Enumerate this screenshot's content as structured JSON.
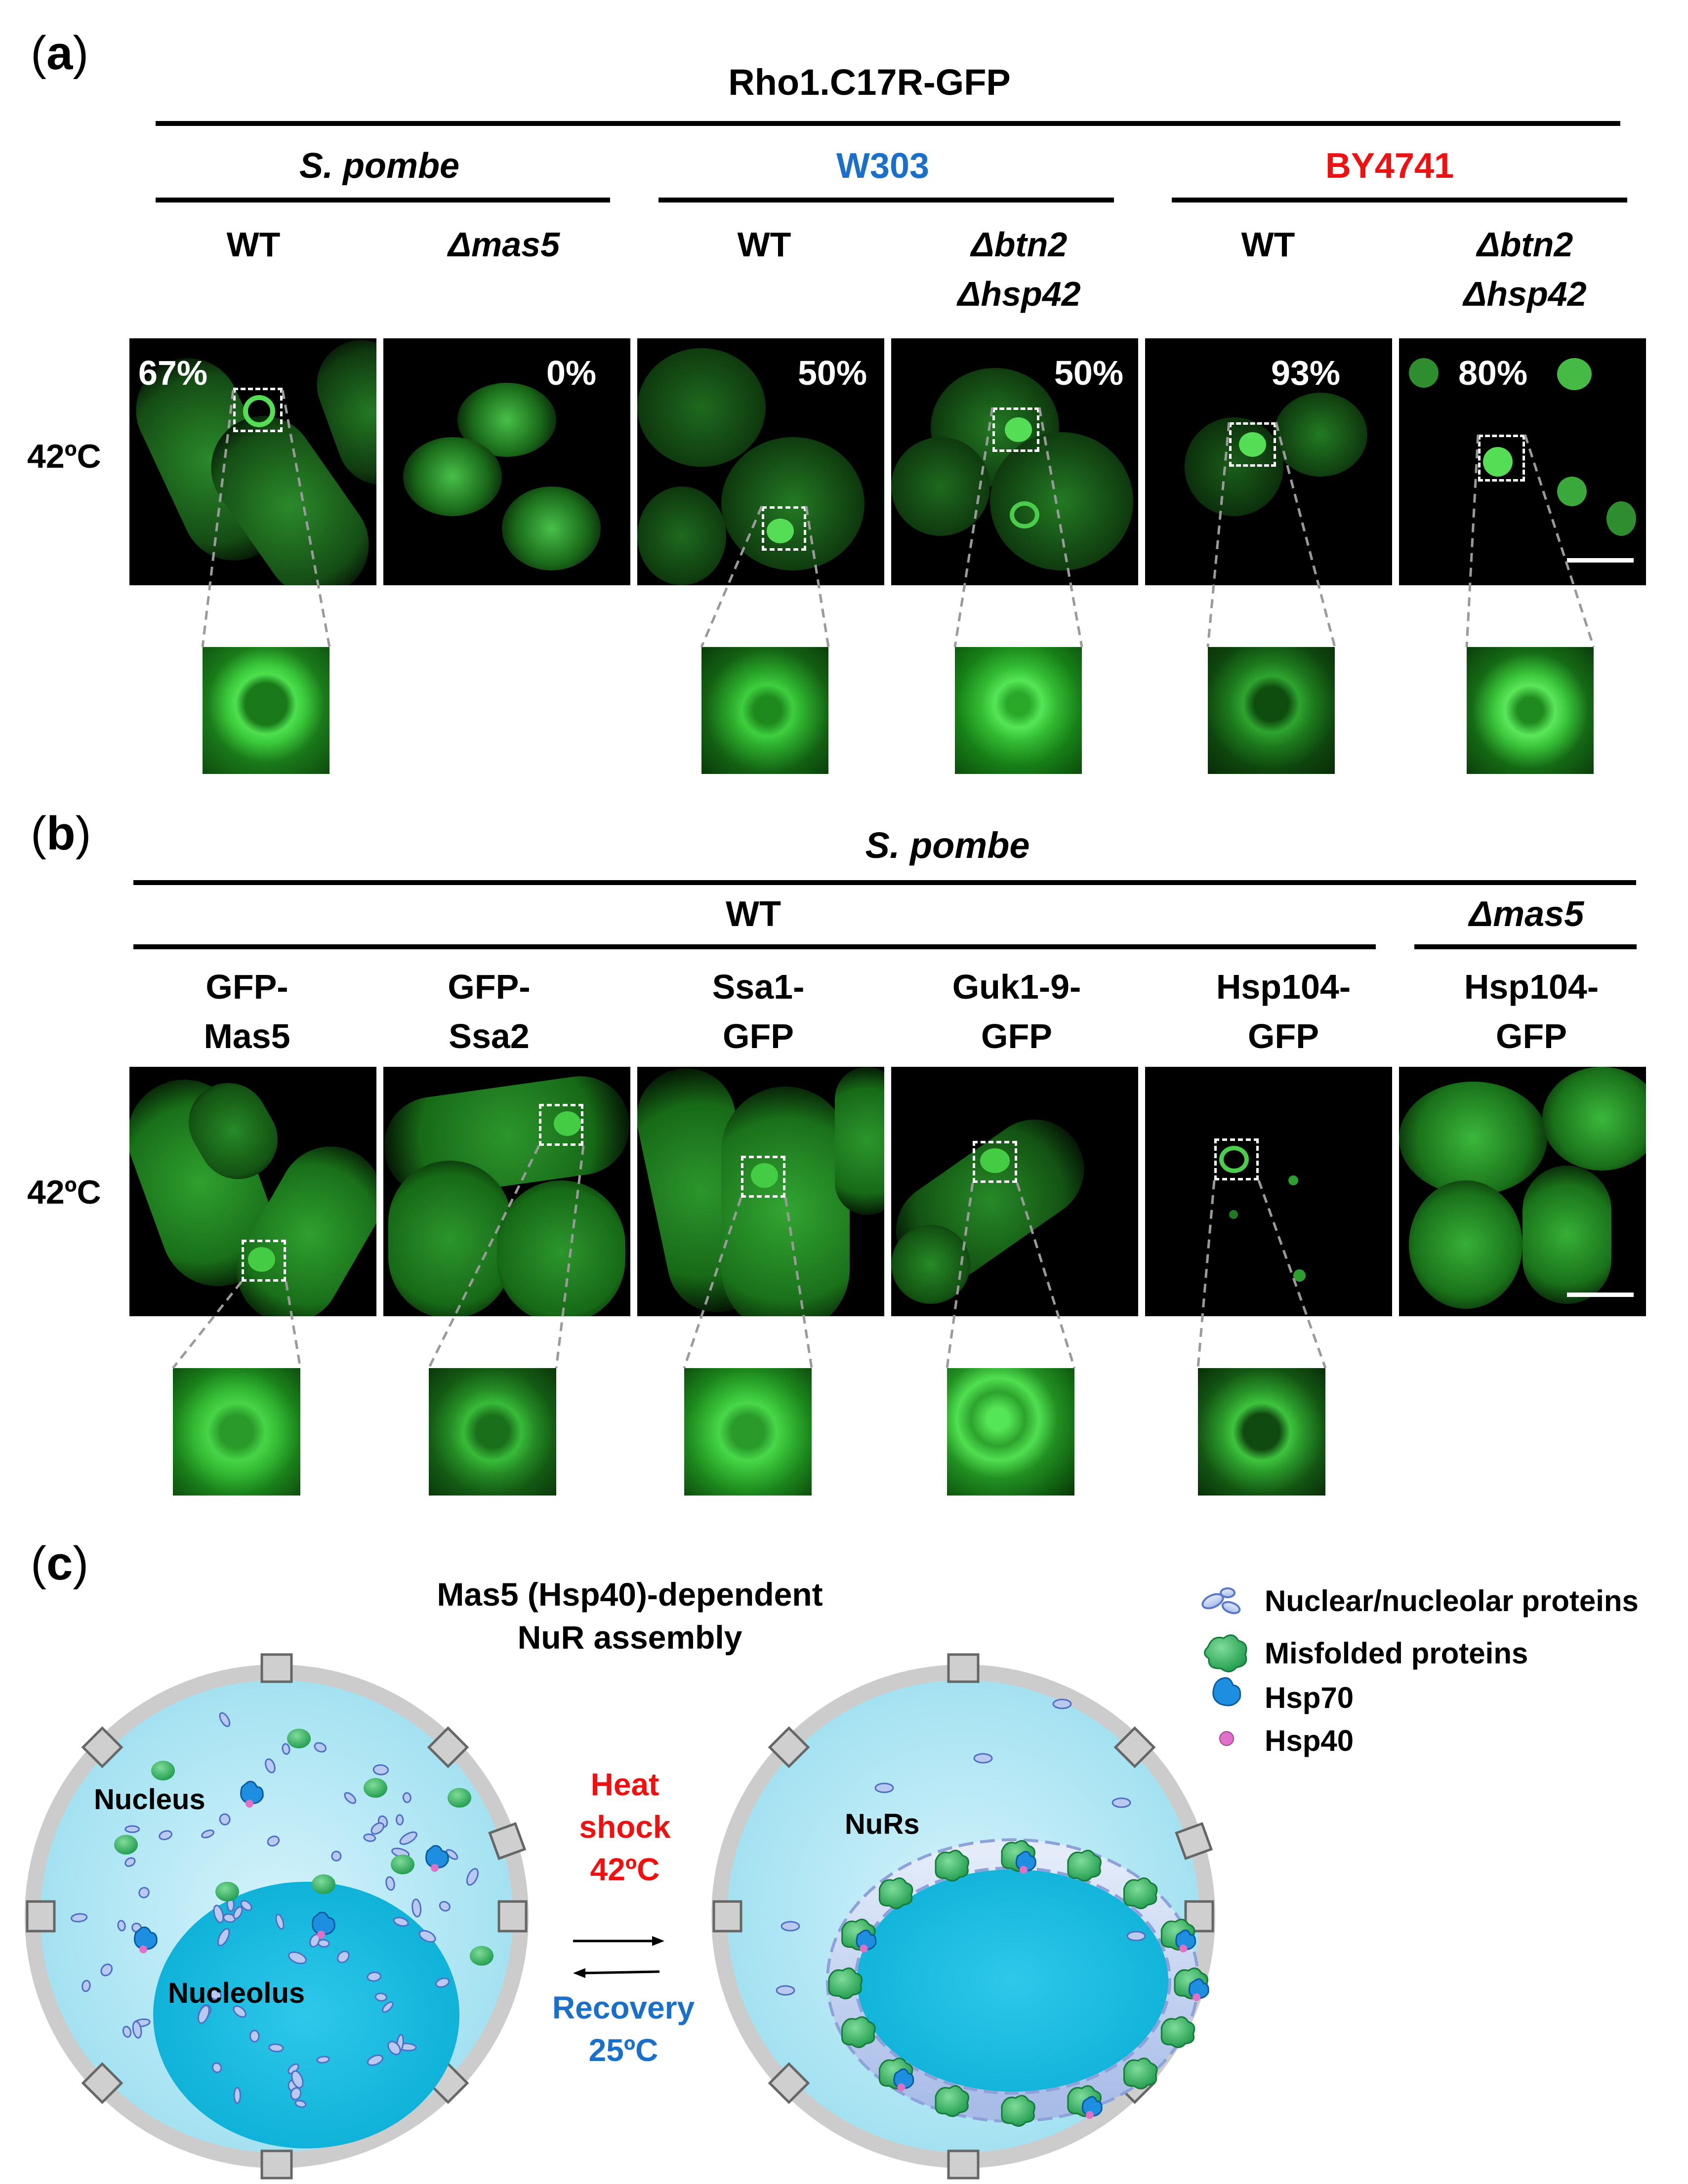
{
  "panel_a": {
    "label": "a",
    "title": "Rho1.C17R-GFP",
    "groups": [
      "S. pombe",
      "W303",
      "BY4741"
    ],
    "group_colors": [
      "#000000",
      "#1a6fc9",
      "#ee1111"
    ],
    "condition": "42ºC",
    "columns": [
      {
        "line1": "",
        "line2": "WT",
        "pct": "67%"
      },
      {
        "line1": "",
        "line2": "Δmas5",
        "pct": "0%"
      },
      {
        "line1": "",
        "line2": "WT",
        "pct": "50%"
      },
      {
        "line1": "Δbtn2",
        "line2": "Δhsp42",
        "pct": "50%"
      },
      {
        "line1": "",
        "line2": "WT",
        "pct": "93%"
      },
      {
        "line1": "Δbtn2",
        "line2": "Δhsp42",
        "pct": "80%"
      }
    ]
  },
  "panel_b": {
    "label": "b",
    "title": "S. pombe",
    "groups": [
      "WT",
      "Δmas5"
    ],
    "condition": "42ºC",
    "columns": [
      {
        "line1": "GFP-",
        "line2": "Mas5"
      },
      {
        "line1": "GFP-",
        "line2": "Ssa2"
      },
      {
        "line1": "Ssa1-",
        "line2": "GFP"
      },
      {
        "line1": "Guk1-9-",
        "line2": "GFP"
      },
      {
        "line1": "Hsp104-",
        "line2": "GFP"
      },
      {
        "line1": "Hsp104-",
        "line2": "GFP"
      }
    ]
  },
  "panel_c": {
    "label": "c",
    "title_line1": "Mas5 (Hsp40)-dependent",
    "title_line2": "NuR assembly",
    "nucleus_label": "Nucleus",
    "nucleolus_label": "Nucleolus",
    "nurs_label": "NuRs",
    "heat_line1": "Heat",
    "heat_line2": "shock",
    "heat_line3": "42ºC",
    "recovery_line1": "Recovery",
    "recovery_line2": "25ºC",
    "heat_color": "#ee1111",
    "recovery_color": "#1a6fc9",
    "legend": [
      {
        "label": "Nuclear/nucleolar proteins",
        "icon": "oval-proteins-icon"
      },
      {
        "label": "Misfolded proteins",
        "icon": "misfolded-protein-icon"
      },
      {
        "label": "Hsp70",
        "icon": "hsp70-icon"
      },
      {
        "label": "Hsp40",
        "icon": "hsp40-icon"
      }
    ]
  }
}
